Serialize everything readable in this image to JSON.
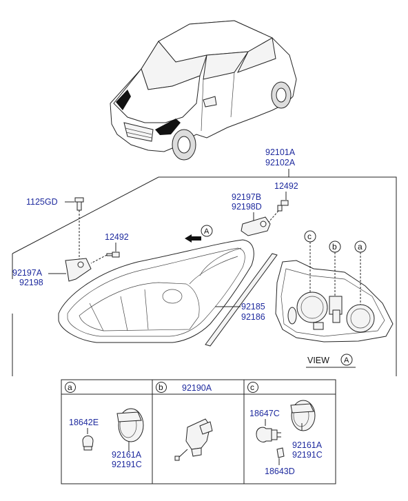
{
  "labels": {
    "assembly_a": "92101A",
    "assembly_b": "92102A",
    "bolt": "1125GD",
    "screw_right": "12492",
    "screw_left": "12492",
    "bracket_right_a": "92197B",
    "bracket_right_b": "92198D",
    "bracket_left_a": "92197A",
    "bracket_left_b": "92198",
    "strip_a": "92185",
    "strip_b": "92186",
    "view_text": "VIEW",
    "arrow_letter": "A",
    "view_letter": "A"
  },
  "callouts": {
    "c": "c",
    "b": "b",
    "a": "a"
  },
  "table": {
    "headers": {
      "a": "a",
      "b": "b",
      "c": "c",
      "b_part": "92190A"
    },
    "cell_a": {
      "bulb": "18642E",
      "cap_a": "92161A",
      "cap_b": "92191C"
    },
    "cell_c": {
      "bulb": "18647C",
      "cap_a": "92161A",
      "cap_b": "92191C",
      "small_bulb": "18643D"
    }
  }
}
